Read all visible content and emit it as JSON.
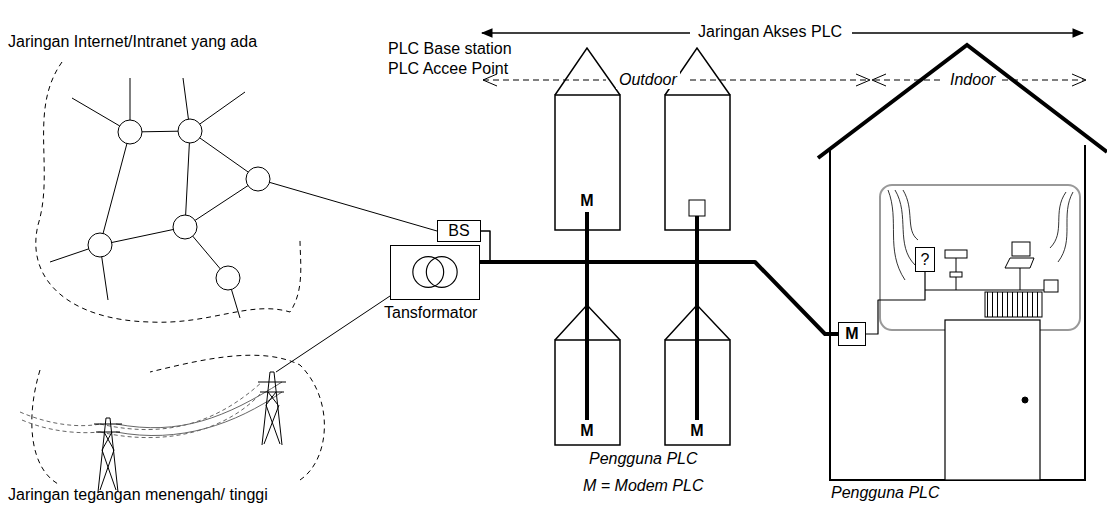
{
  "diagram": {
    "nodes": [
      {
        "text": [
          "BS"
        ]
      },
      {
        "text": [
          "Tansformator"
        ]
      },
      {
        "text": [
          "M"
        ]
      },
      {
        "text": [
          "M"
        ]
      },
      {
        "text": [
          "M"
        ]
      },
      {
        "text": [
          "M"
        ]
      },
      {
        "text": [
          "?"
        ]
      }
    ],
    "edges": [
      {
        "from": 0,
        "to": 1,
        "arrow": "none"
      },
      {
        "from": 1,
        "to": 2,
        "arrow": "none"
      },
      {
        "from": 1,
        "to": 3,
        "arrow": "none"
      },
      {
        "from": 1,
        "to": 4,
        "arrow": "none"
      },
      {
        "from": 1,
        "to": 5,
        "arrow": "none"
      },
      {
        "from": 5,
        "to": 6,
        "arrow": "none"
      }
    ],
    "labels": [
      "Jaringan Akses PLC",
      "Outdoor",
      "Indoor",
      "Jaringan Internet/Intranet yang ada",
      "PLC Base station",
      "PLC Accee Point",
      "Jaringan tegangan menengah/ tinggi",
      "Pengguna PLC",
      "M = Modem PLC",
      "Pengguna PLC"
    ]
  }
}
